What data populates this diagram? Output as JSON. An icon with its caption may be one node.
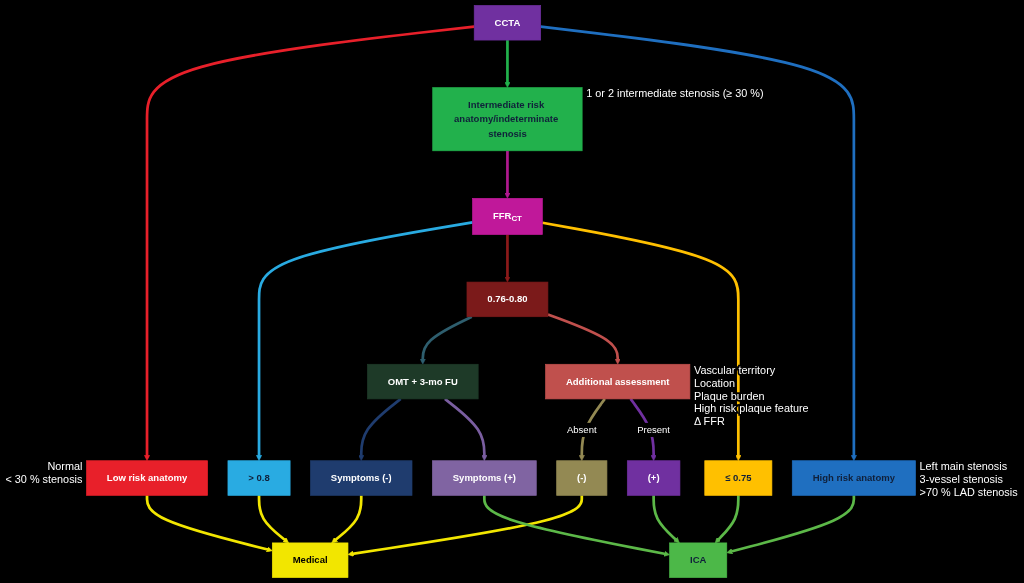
{
  "diagram": {
    "nodes": [
      {
        "text": [
          "CCTA"
        ]
      },
      {
        "text": [
          "Low risk anatomy"
        ],
        "beside": [
          "Normal",
          "< 30 % stenosis"
        ]
      },
      {
        "text": [
          "Intermediate risk anatomy/indeterminate stenosis"
        ],
        "beside": [
          "1 or 2 intermediate stenosis (≥ 30 %)"
        ]
      },
      {
        "text": [
          "High risk anatomy"
        ],
        "beside": [
          "Left main stenosis",
          "3-vessel stenosis",
          ">70 % LAD stenosis"
        ]
      },
      {
        "text": [
          "FFR$_{CT}$"
        ]
      },
      {
        "text": [
          "> 0.8"
        ]
      },
      {
        "text": [
          "0.76-0.80"
        ]
      },
      {
        "text": [
          "≤ 0.75"
        ]
      },
      {
        "text": [
          "Medical"
        ]
      },
      {
        "text": [
          "OMT + 3-mo FU"
        ]
      },
      {
        "text": [
          "Additional assessment"
        ],
        "beside": [
          "Vascular territory",
          "Location",
          "Plaque burden",
          "High risk plaque feature",
          "Δ FFR"
        ]
      },
      {
        "text": [
          "ICA"
        ]
      },
      {
        "text": [
          "Symptoms (-)"
        ]
      },
      {
        "text": [
          "Symptoms (+)"
        ]
      },
      {
        "text": [
          "(-)"
        ]
      },
      {
        "text": [
          "(+)"
        ]
      }
    ],
    "edges": [
      {
        "from": 0,
        "to": 1,
        "arrow": "to",
        "color": "#e8202a"
      },
      {
        "from": 0,
        "to": 2,
        "arrow": "to",
        "color": "#22b14c"
      },
      {
        "from": 0,
        "to": 3,
        "arrow": "to",
        "color": "#1f6fc0"
      },
      {
        "from": 2,
        "to": 4,
        "arrow": "to",
        "color": "#b0198f"
      },
      {
        "from": 4,
        "to": 5,
        "arrow": "to",
        "color": "#29abe2"
      },
      {
        "from": 4,
        "to": 6,
        "arrow": "to",
        "color": "#8b1a1a"
      },
      {
        "from": 4,
        "to": 7,
        "arrow": "to",
        "color": "#ffc000"
      },
      {
        "from": 1,
        "to": 8,
        "arrow": "to",
        "color": "#f2e600"
      },
      {
        "from": 5,
        "to": 8,
        "arrow": "to",
        "color": "#f2e600"
      },
      {
        "from": 3,
        "to": 11,
        "arrow": "to",
        "color": "#5cb848"
      },
      {
        "from": 7,
        "to": 11,
        "arrow": "to",
        "color": "#5cb848"
      },
      {
        "from": 6,
        "to": 9,
        "arrow": "to",
        "color": "#2e5e6e"
      },
      {
        "from": 6,
        "to": 10,
        "arrow": "to",
        "color": "#c0504d"
      },
      {
        "from": 9,
        "to": 12,
        "arrow": "to",
        "color": "#1f3c6e"
      },
      {
        "from": 9,
        "to": 13,
        "arrow": "to",
        "color": "#7a5ea0"
      },
      {
        "from": 10,
        "to": 14,
        "label": "Absent",
        "arrow": "to",
        "color": "#938953"
      },
      {
        "from": 10,
        "to": 15,
        "label": "Present",
        "arrow": "to",
        "color": "#7030a0"
      },
      {
        "from": 12,
        "to": 8,
        "arrow": "to",
        "color": "#f2e600"
      },
      {
        "from": 14,
        "to": 8,
        "arrow": "to",
        "color": "#f2e600"
      },
      {
        "from": 13,
        "to": 11,
        "arrow": "to",
        "color": "#5cb848"
      },
      {
        "from": 15,
        "to": 11,
        "arrow": "to",
        "color": "#5cb848"
      }
    ]
  }
}
